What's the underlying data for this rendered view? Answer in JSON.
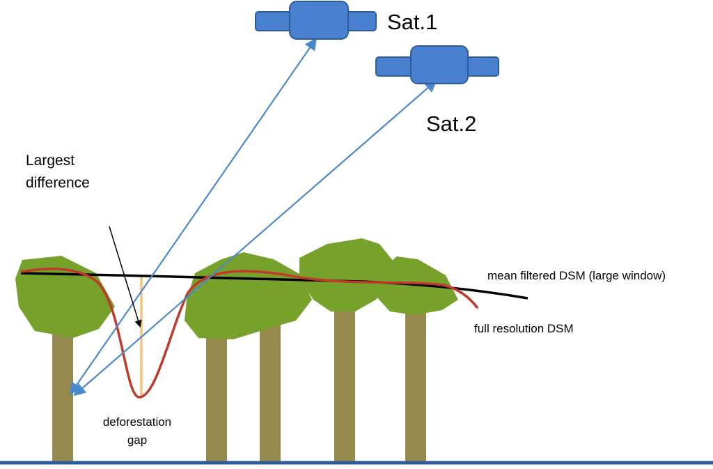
{
  "labels": {
    "sat1": "Sat.1",
    "sat2": "Sat.2",
    "largest_difference": [
      "Largest",
      "difference"
    ],
    "deforestation_gap": [
      "deforestation",
      "gap"
    ],
    "mean_filtered_dsm": "mean filtered DSM (large window)",
    "full_resolution_dsm": "full resolution DSM"
  },
  "colors": {
    "satellite_fill": "#4a80d0",
    "satellite_stroke": "#2e5c99",
    "ray": "#4a88cc",
    "foliage": "#76a22c",
    "trunk": "#978a4f",
    "full_resolution_dsm_line": "#c0392b",
    "mean_filtered_dsm_line": "#000000",
    "gap_marker": "#f7c98c",
    "ground": "#2f5d9a"
  }
}
